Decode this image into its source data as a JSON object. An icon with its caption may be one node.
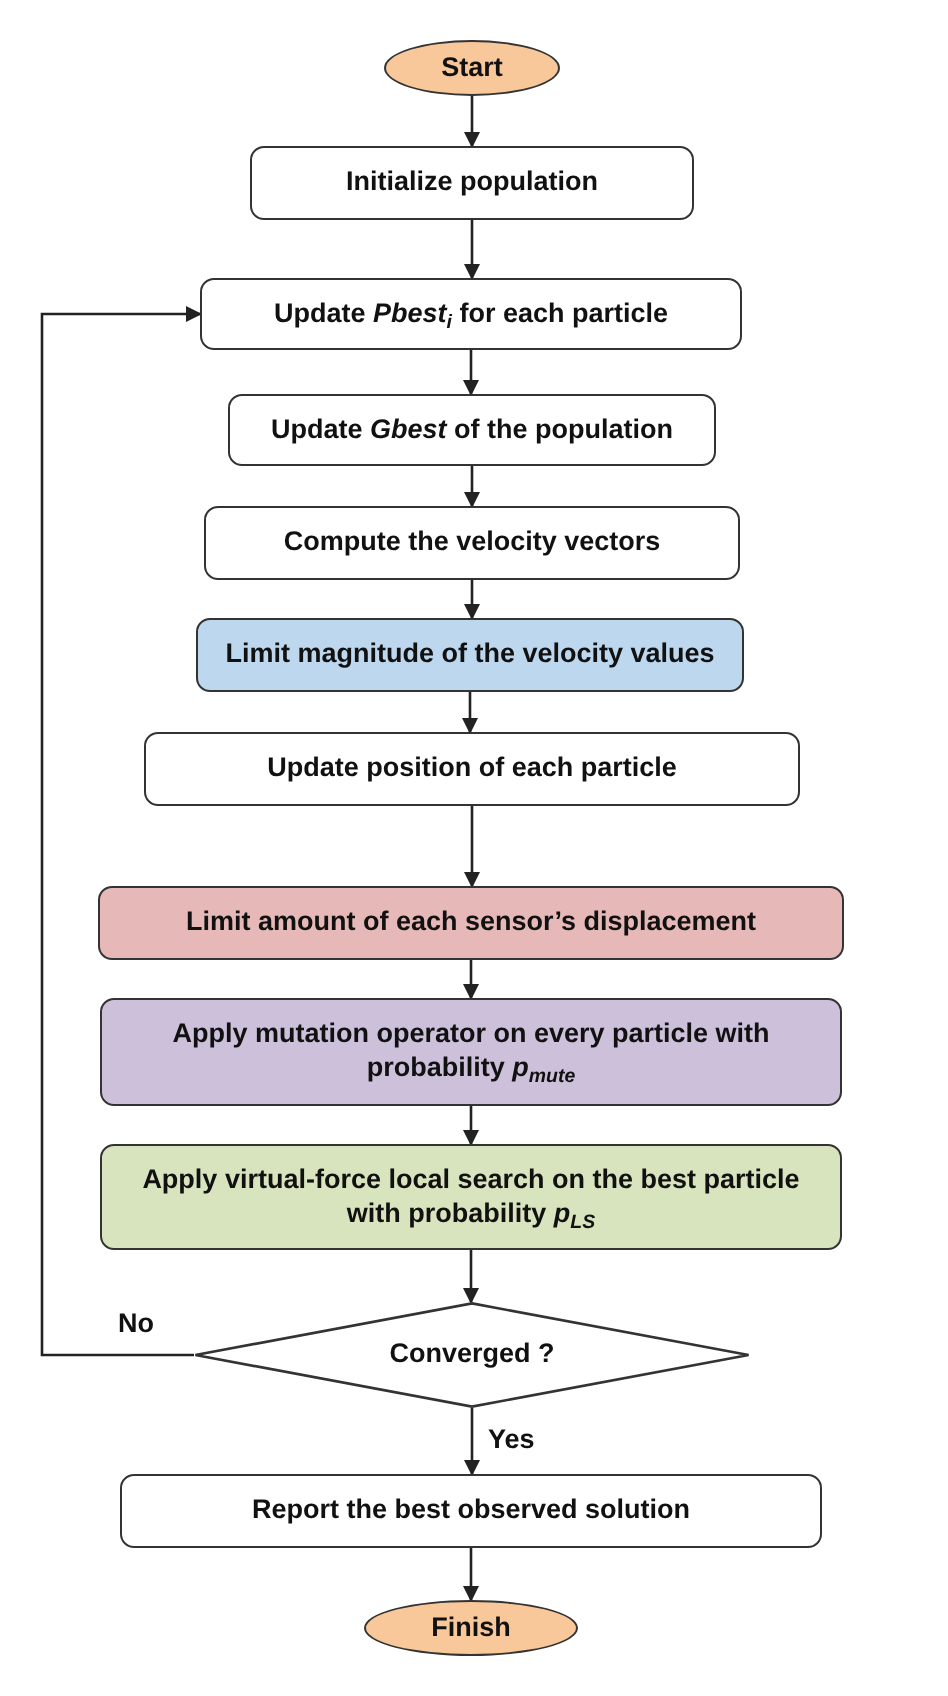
{
  "diagram": {
    "nodes": [
      {
        "text": [
          "Start"
        ]
      },
      {
        "text": [
          "Initialize population"
        ]
      },
      {
        "text": [
          "Update *Pbest*$_{i}$ for each particle"
        ]
      },
      {
        "text": [
          "Update *Gbest* of the population"
        ]
      },
      {
        "text": [
          "Compute the velocity vectors"
        ]
      },
      {
        "text": [
          "Limit magnitude of the velocity values"
        ]
      },
      {
        "text": [
          "Update position of each particle"
        ]
      },
      {
        "text": [
          "Limit amount of each sensor’s displacement"
        ]
      },
      {
        "text": [
          "Apply mutation operator on every particle with probability *p*$_{mute}$"
        ]
      },
      {
        "text": [
          "Apply virtual-force local search on the best particle with probability *p*$_{LS}$"
        ]
      },
      {
        "text": [
          "Converged ?"
        ]
      },
      {
        "text": [
          "Report the best observed solution"
        ]
      },
      {
        "text": [
          "Finish"
        ]
      }
    ],
    "edges": [
      {
        "from": 0,
        "to": 1,
        "arrow": "to"
      },
      {
        "from": 1,
        "to": 2,
        "arrow": "to"
      },
      {
        "from": 2,
        "to": 3,
        "arrow": "to"
      },
      {
        "from": 3,
        "to": 4,
        "arrow": "to"
      },
      {
        "from": 4,
        "to": 5,
        "arrow": "to"
      },
      {
        "from": 5,
        "to": 6,
        "arrow": "to"
      },
      {
        "from": 6,
        "to": 7,
        "arrow": "to"
      },
      {
        "from": 7,
        "to": 8,
        "arrow": "to"
      },
      {
        "from": 8,
        "to": 9,
        "arrow": "to"
      },
      {
        "from": 9,
        "to": 10,
        "arrow": "to"
      },
      {
        "from": 10,
        "to": 2,
        "arrow": "to",
        "label": "No"
      },
      {
        "from": 10,
        "to": 11,
        "arrow": "to",
        "label": "Yes"
      },
      {
        "from": 11,
        "to": 12,
        "arrow": "to"
      }
    ]
  }
}
